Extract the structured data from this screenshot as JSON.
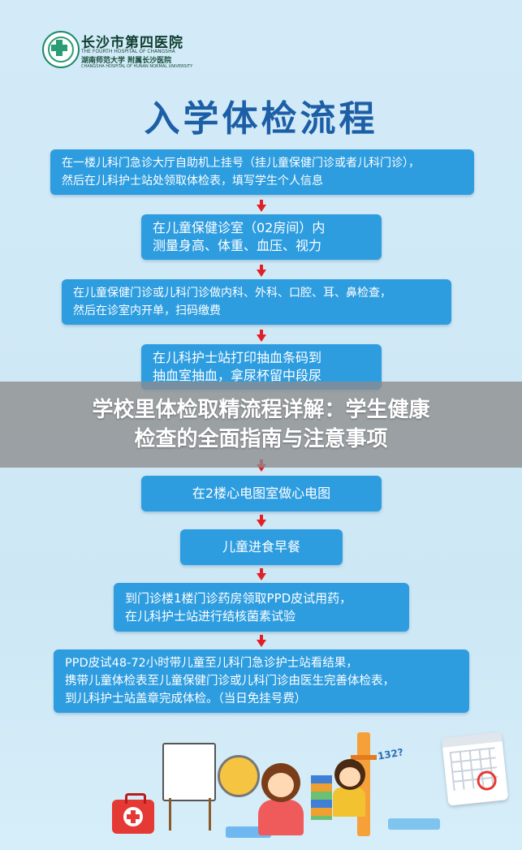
{
  "header": {
    "hospital_name": "长沙市第四医院",
    "hospital_en": "THE FOURTH HOSPITAL OF CHANGSHA",
    "affiliation": "湖南师范大学 附属长沙医院",
    "affiliation_en": "CHANGSHA HOSPITAL OF HUNAN NORMAL UNIVERSITY"
  },
  "title": "入学体检流程",
  "steps": [
    {
      "lines": [
        "在一楼儿科门急诊大厅自助机上挂号（挂儿童保健门诊或者儿科门诊），",
        "然后在儿科护士站处领取体检表，填写学生个人信息"
      ]
    },
    {
      "lines": [
        "在儿童保健诊室（02房间）内",
        "测量身高、体重、血压、视力"
      ]
    },
    {
      "lines": [
        "在儿童保健门诊或儿科门诊做内科、外科、口腔、耳、鼻检查，",
        "然后在诊室内开单，扫码缴费"
      ]
    },
    {
      "lines": [
        "在儿科护士站打印抽血条码到",
        "抽血室抽血，拿尿杯留中段尿"
      ]
    },
    {
      "lines": [
        "在2楼心电图室做心电图"
      ]
    },
    {
      "lines": [
        "儿童进食早餐"
      ]
    },
    {
      "lines": [
        "到门诊楼1楼门诊药房领取PPD皮试用药，",
        "在儿科护士站进行结核菌素试验"
      ]
    },
    {
      "lines": [
        "PPD皮试48-72小时带儿童至儿科门急诊护士站看结果，",
        "携带儿童体检表至儿童保健门诊或儿科门诊由医生完善体检表，",
        "到儿科护士站盖章完成体检。（当日免挂号费）"
      ]
    }
  ],
  "banner": {
    "line1": "学校里体检取精流程详解：学生健康",
    "line2": "检查的全面指南与注意事项"
  },
  "illustration": {
    "height_label": "132?"
  },
  "colors": {
    "step_box": "#2e9de0",
    "title": "#1d5fa7",
    "arrow": "#e31e24",
    "background": "#cfe8f6"
  }
}
